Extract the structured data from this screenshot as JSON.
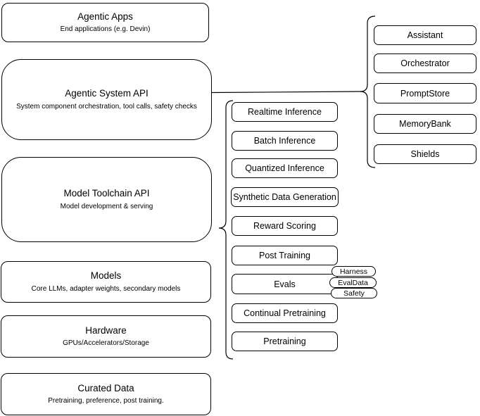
{
  "diagram": {
    "left_column": [
      {
        "title": "Agentic Apps",
        "subtitle": "End applications (e.g. Devin)"
      },
      {
        "title": "Agentic System API",
        "subtitle": "System component orchestration, tool calls, safety checks"
      },
      {
        "title": "Model Toolchain API",
        "subtitle": "Model development & serving"
      },
      {
        "title": "Models",
        "subtitle": "Core LLMs, adapter weights, secondary models"
      },
      {
        "title": "Hardware",
        "subtitle": "GPUs/Accelerators/Storage"
      },
      {
        "title": "Curated Data",
        "subtitle": "Pretraining, preference, post training."
      }
    ],
    "toolchain_items": [
      "Realtime Inference",
      "Batch Inference",
      "Quantized Inference",
      "Synthetic Data Generation",
      "Reward Scoring",
      "Post Training",
      "Evals",
      "Continual Pretraining",
      "Pretraining"
    ],
    "eval_tags": [
      "Harness",
      "EvalData",
      "Safety"
    ],
    "system_components": [
      "Assistant",
      "Orchestrator",
      "PromptStore",
      "MemoryBank",
      "Shields"
    ],
    "colors": {
      "stroke": "#000000",
      "fill": "#ffffff",
      "background": "#ffffff",
      "text": "#000000"
    }
  }
}
